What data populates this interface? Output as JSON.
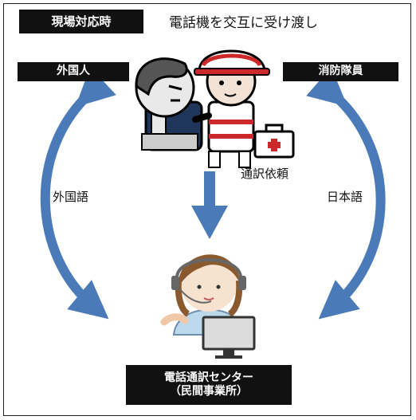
{
  "header": {
    "scene_label": "現場対応時",
    "caption": "電話機を交互に受け渡し"
  },
  "parties": {
    "foreigner": "外国人",
    "firefighter": "消防隊員",
    "center_line1": "電話通訳センター",
    "center_line2": "（民間事業所）"
  },
  "arrows": {
    "left_language": "外国語",
    "right_language": "日本語",
    "center_label": "通訳依頼"
  },
  "colors": {
    "arrow": "#4a7ab8",
    "label_bg": "#111111"
  }
}
